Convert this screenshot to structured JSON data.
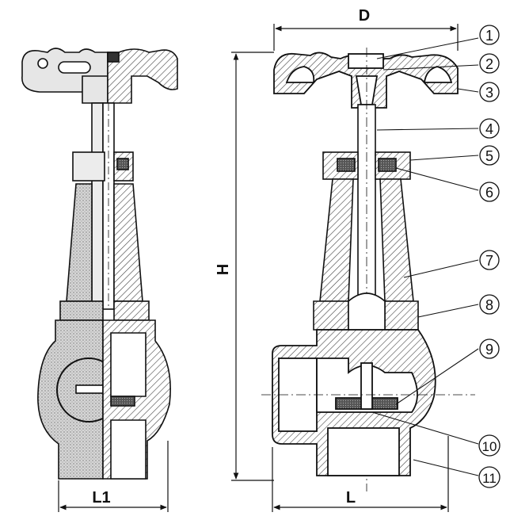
{
  "dimensions": {
    "D": "D",
    "H": "H",
    "L": "L",
    "L1": "L1"
  },
  "callouts": [
    "1",
    "2",
    "3",
    "4",
    "5",
    "6",
    "7",
    "8",
    "9",
    "10",
    "11"
  ],
  "colors": {
    "line": "#111111",
    "hatch": "#444444",
    "body_fill": "#cfcfcf",
    "seal": "#555555"
  }
}
